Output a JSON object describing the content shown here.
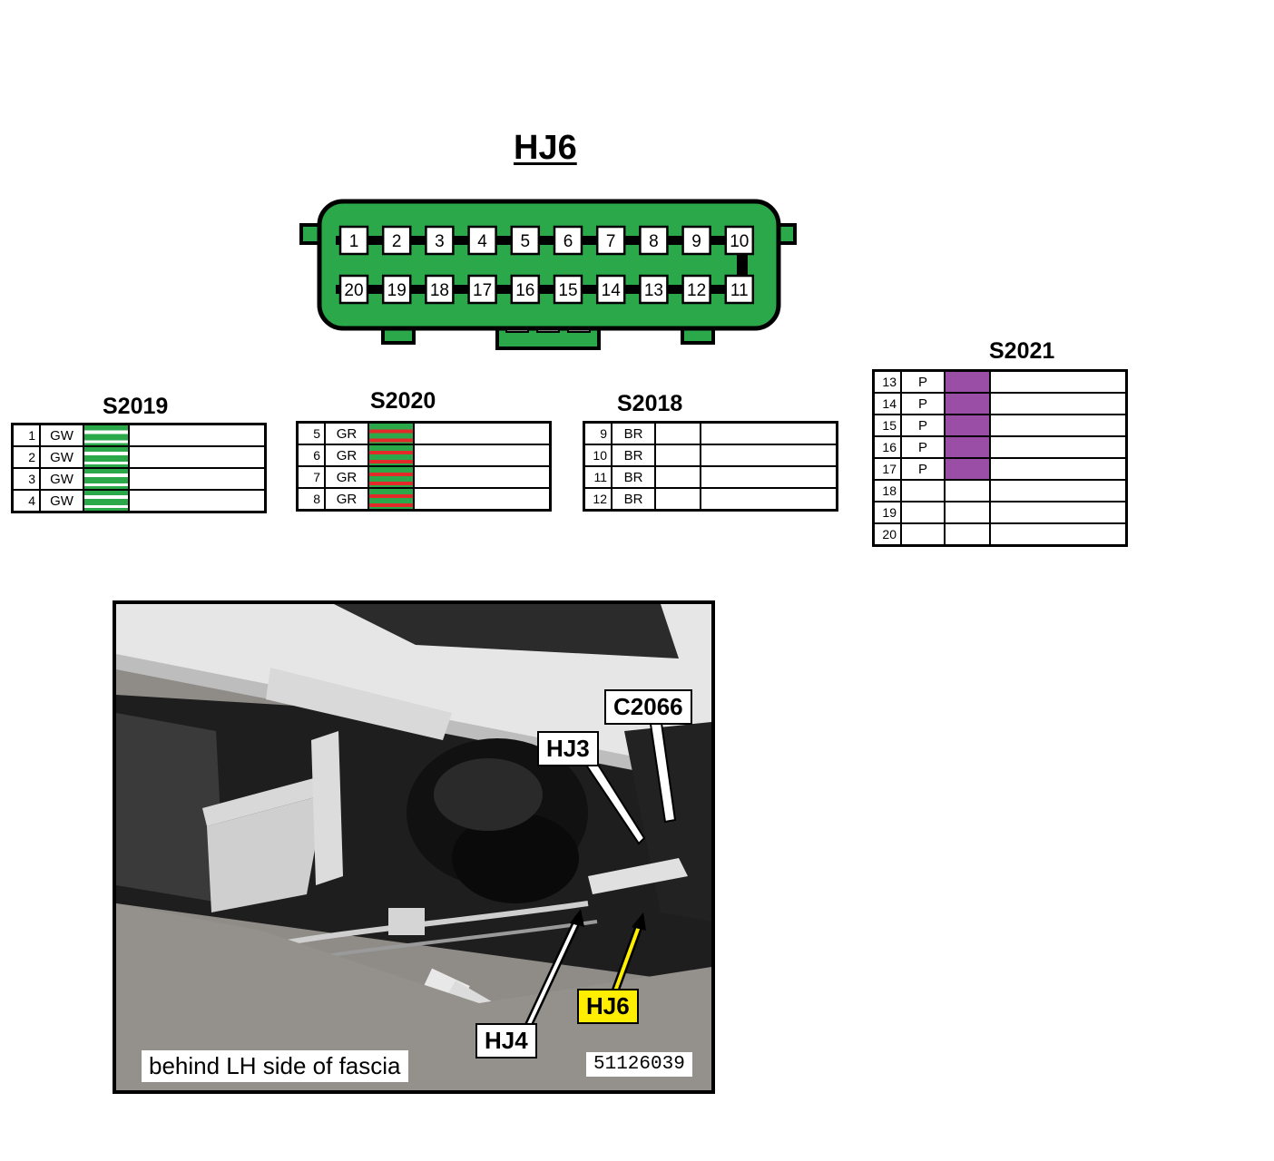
{
  "connector": {
    "name": "HJ6",
    "top_pins": [
      "1",
      "2",
      "3",
      "4",
      "5",
      "6",
      "7",
      "8",
      "9",
      "10"
    ],
    "bottom_pins": [
      "20",
      "19",
      "18",
      "17",
      "16",
      "15",
      "14",
      "13",
      "12",
      "11"
    ],
    "body_color": "#2aa84a"
  },
  "splices": [
    {
      "title": "S2019",
      "rows": [
        {
          "pin": "1",
          "color": "GW"
        },
        {
          "pin": "2",
          "color": "GW"
        },
        {
          "pin": "3",
          "color": "GW"
        },
        {
          "pin": "4",
          "color": "GW"
        }
      ]
    },
    {
      "title": "S2020",
      "rows": [
        {
          "pin": "5",
          "color": "GR"
        },
        {
          "pin": "6",
          "color": "GR"
        },
        {
          "pin": "7",
          "color": "GR"
        },
        {
          "pin": "8",
          "color": "GR"
        }
      ]
    },
    {
      "title": "S2018",
      "rows": [
        {
          "pin": "9",
          "color": "BR"
        },
        {
          "pin": "10",
          "color": "BR"
        },
        {
          "pin": "11",
          "color": "BR"
        },
        {
          "pin": "12",
          "color": "BR"
        }
      ]
    },
    {
      "title": "S2021",
      "rows": [
        {
          "pin": "13",
          "color": "P"
        },
        {
          "pin": "14",
          "color": "P"
        },
        {
          "pin": "15",
          "color": "P"
        },
        {
          "pin": "16",
          "color": "P"
        },
        {
          "pin": "17",
          "color": "P"
        },
        {
          "pin": "18",
          "color": ""
        },
        {
          "pin": "19",
          "color": ""
        },
        {
          "pin": "20",
          "color": ""
        }
      ]
    }
  ],
  "photo": {
    "labels": {
      "c2066": "C2066",
      "hj3": "HJ3",
      "hj6": "HJ6",
      "hj4": "HJ4"
    },
    "caption": "behind LH side of fascia",
    "ref": "51126039",
    "highlight_color": "#ffee00"
  }
}
